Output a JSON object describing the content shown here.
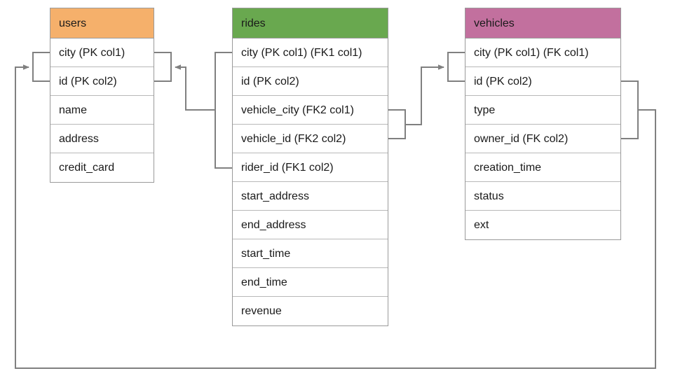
{
  "diagram": {
    "title": "database-schema-er-diagram",
    "background": "#ffffff",
    "line_color": "#808080"
  },
  "entities": [
    {
      "name": "users",
      "header_color": "#F5B06B",
      "fields": [
        "city (PK col1)",
        "id (PK col2)",
        "name",
        "address",
        "credit_card"
      ]
    },
    {
      "name": "rides",
      "header_color": "#69A84F",
      "fields": [
        "city (PK col1) (FK1 col1)",
        "id (PK col2)",
        "vehicle_city (FK2 col1)",
        "vehicle_id (FK2 col2)",
        "rider_id (FK1 col2)",
        "start_address",
        "end_address",
        "start_time",
        "end_time",
        "revenue"
      ]
    },
    {
      "name": "vehicles",
      "header_color": "#C2709E",
      "fields": [
        "city (PK col1) (FK col1)",
        "id (PK col2)",
        "type",
        "owner_id (FK col2)",
        "creation_time",
        "status",
        "ext"
      ]
    }
  ],
  "relationships": [
    {
      "name": "rides-fk1-to-users",
      "from_entity": "rides",
      "from_fields": [
        "city (PK col1) (FK1 col1)",
        "rider_id (FK1 col2)"
      ],
      "to_entity": "users",
      "to_fields": [
        "city (PK col1)",
        "id (PK col2)"
      ],
      "arrow": "to-users"
    },
    {
      "name": "rides-fk2-to-vehicles",
      "from_entity": "rides",
      "from_fields": [
        "vehicle_city (FK2 col1)",
        "vehicle_id (FK2 col2)"
      ],
      "to_entity": "vehicles",
      "to_fields": [
        "city (PK col1) (FK col1)",
        "id (PK col2)"
      ],
      "arrow": "to-vehicles"
    },
    {
      "name": "vehicles-fk-to-users",
      "from_entity": "vehicles",
      "from_fields": [
        "id (PK col2)",
        "owner_id (FK col2)"
      ],
      "to_entity": "users",
      "to_fields": [
        "city (PK col1)",
        "id (PK col2)"
      ],
      "arrow": "to-users"
    }
  ]
}
